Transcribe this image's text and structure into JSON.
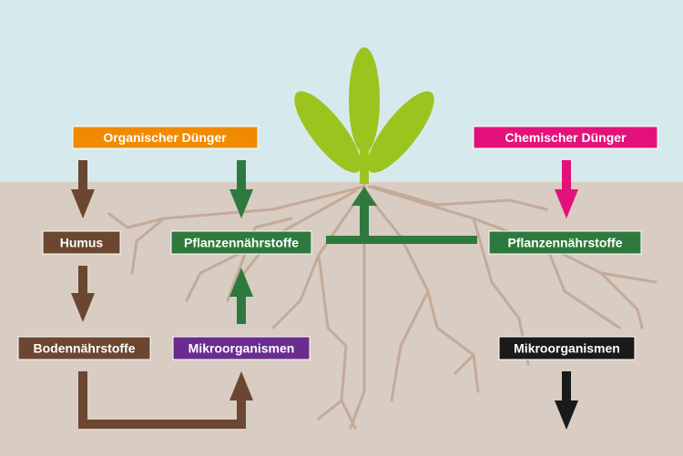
{
  "colors": {
    "sky": "#d6eaee",
    "soil": "#d9ccc2",
    "roots": "#c4aa98",
    "leaf": "#9cc41f",
    "brown": "#6b4631",
    "green": "#2e7a3e",
    "orange": "#f08a00",
    "magenta": "#e2127a",
    "purple": "#6a2c8e",
    "black": "#1a1a1a"
  },
  "labels": {
    "organic_fertilizer": "Organischer Dünger",
    "chemical_fertilizer": "Chemischer Dünger",
    "humus": "Humus",
    "plant_nutrients_left": "Pflanzennährstoffe",
    "plant_nutrients_right": "Pflanzennährstoffe",
    "soil_nutrients": "Bodennährstoffe",
    "microorganisms_left": "Mikroorganismen",
    "microorganisms_right": "Mikroorganismen"
  }
}
